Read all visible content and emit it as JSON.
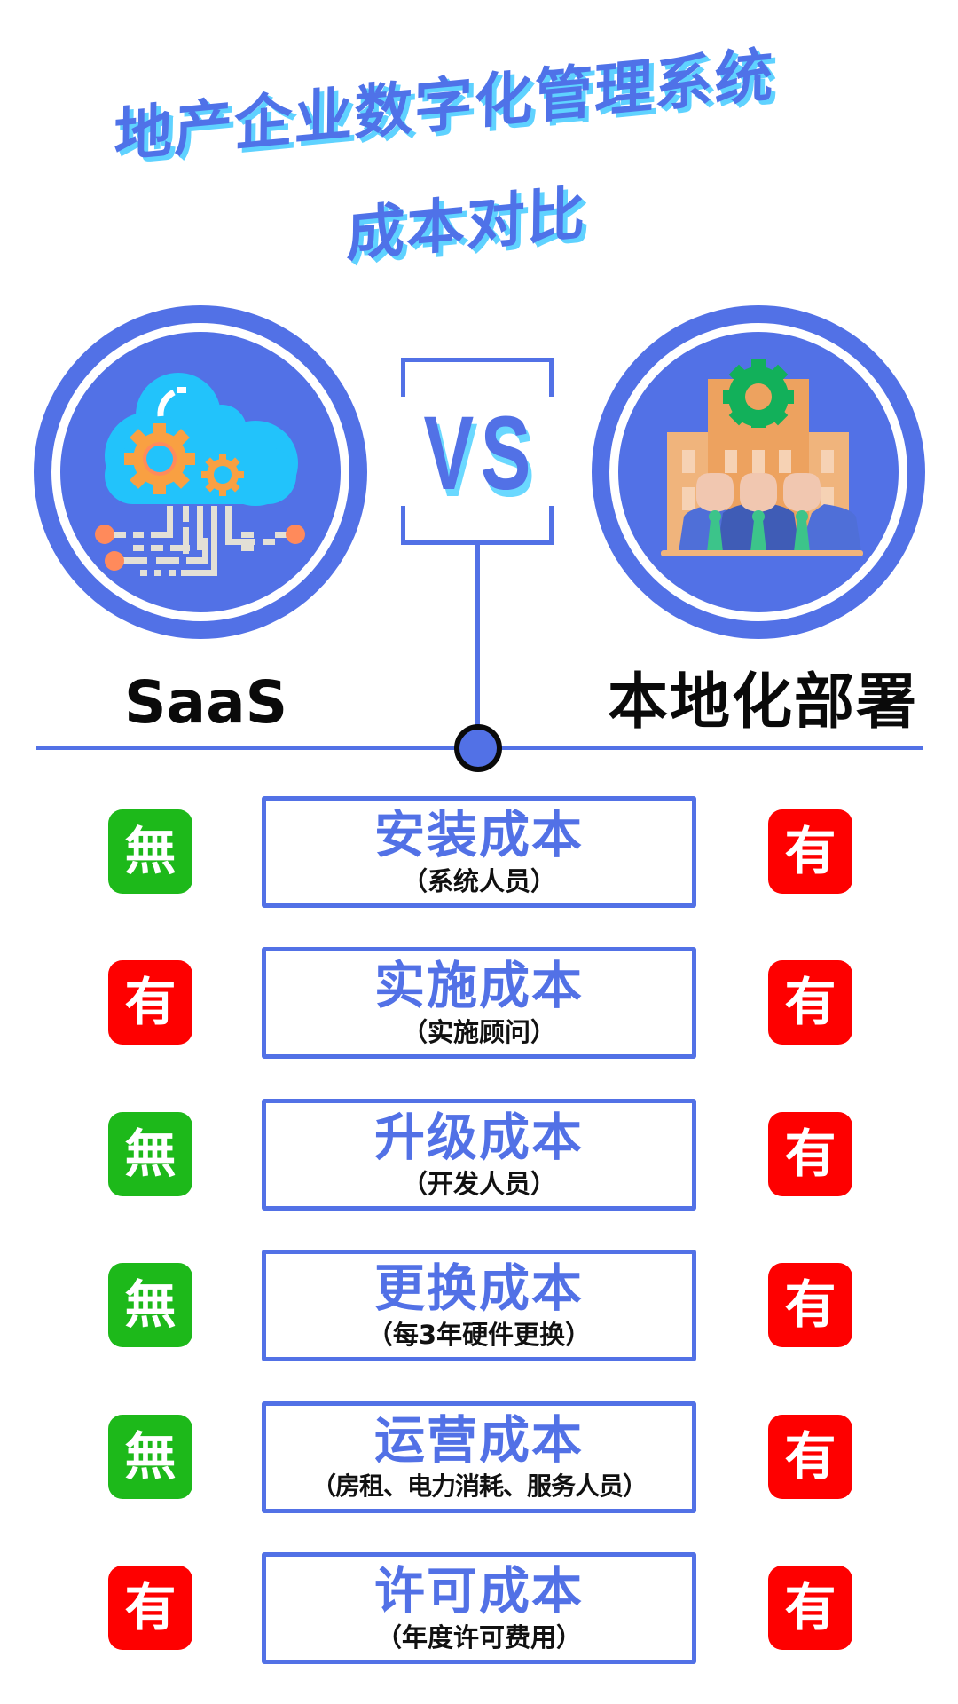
{
  "title": {
    "line1": "地产企业数字化管理系统",
    "line2": "成本对比"
  },
  "comparison": {
    "left": {
      "label": "SaaS",
      "icon": "cloud-gears-icon"
    },
    "vs": {
      "letter1": "V",
      "letter2": "S"
    },
    "right": {
      "label": "本地化部署",
      "icon": "building-team-icon"
    }
  },
  "badges": {
    "no": "無",
    "yes": "有"
  },
  "colors": {
    "primary_blue": "#5271e6",
    "shadow_cyan": "#5fd2ff",
    "badge_no_green": "#1db91a",
    "badge_yes_red": "#fe0000",
    "text_dark": "#0a0a0a"
  },
  "rows": [
    {
      "title": "安装成本",
      "subtitle": "（系统人员）",
      "saas": "無",
      "local": "有",
      "saas_has": false,
      "local_has": true
    },
    {
      "title": "实施成本",
      "subtitle": "（实施顾问）",
      "saas": "有",
      "local": "有",
      "saas_has": true,
      "local_has": true
    },
    {
      "title": "升级成本",
      "subtitle": "（开发人员）",
      "saas": "無",
      "local": "有",
      "saas_has": false,
      "local_has": true
    },
    {
      "title": "更换成本",
      "subtitle": "（每3年硬件更换）",
      "saas": "無",
      "local": "有",
      "saas_has": false,
      "local_has": true
    },
    {
      "title": "运营成本",
      "subtitle": "（房租、电力消耗、服务人员）",
      "saas": "無",
      "local": "有",
      "saas_has": false,
      "local_has": true
    },
    {
      "title": "许可成本",
      "subtitle": "（年度许可费用）",
      "saas": "有",
      "local": "有",
      "saas_has": true,
      "local_has": true
    }
  ]
}
